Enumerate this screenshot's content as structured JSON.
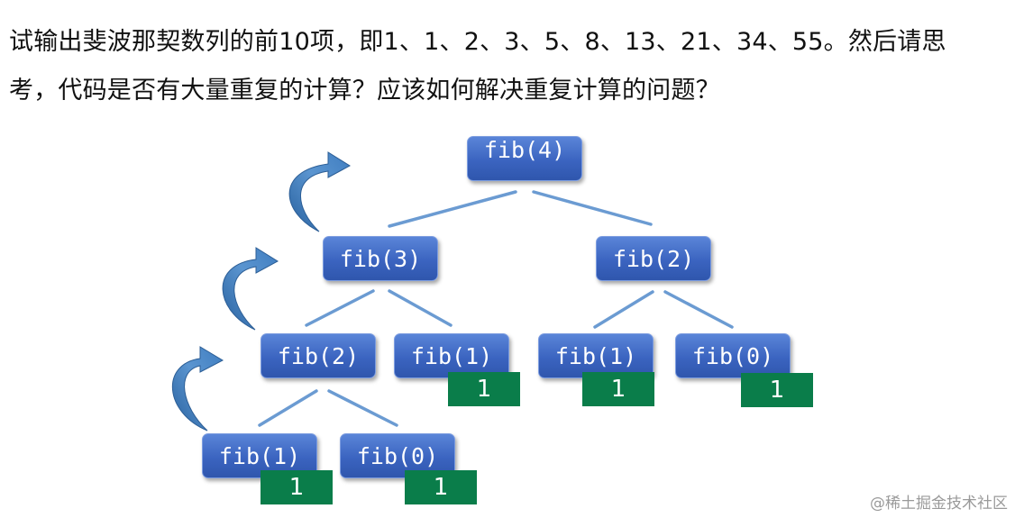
{
  "question": {
    "line1": "试输出斐波那契数列的前10项，即1、1、2、3、5、8、13、21、34、55。然后请思",
    "line2": "考，代码是否有大量重复的计算？应该如何解决重复计算的问题？"
  },
  "tree": {
    "nodes": {
      "root": "fib(4)",
      "l1_left": "fib(3)",
      "l1_right": "fib(2)",
      "l2_a": "fib(2)",
      "l2_b": "fib(1)",
      "l2_c": "fib(1)",
      "l2_d": "fib(0)",
      "l3_a": "fib(1)",
      "l3_b": "fib(0)"
    },
    "leaf_values": {
      "l2_b": "1",
      "l2_c": "1",
      "l2_d": "1",
      "l3_a": "1",
      "l3_b": "1"
    }
  },
  "colors": {
    "node_fill": "#3b64c0",
    "edge": "#6b9bd2",
    "leaf_fill": "#0a7d4a",
    "arrow": "#3d78b8"
  },
  "watermark": "@稀土掘金技术社区"
}
